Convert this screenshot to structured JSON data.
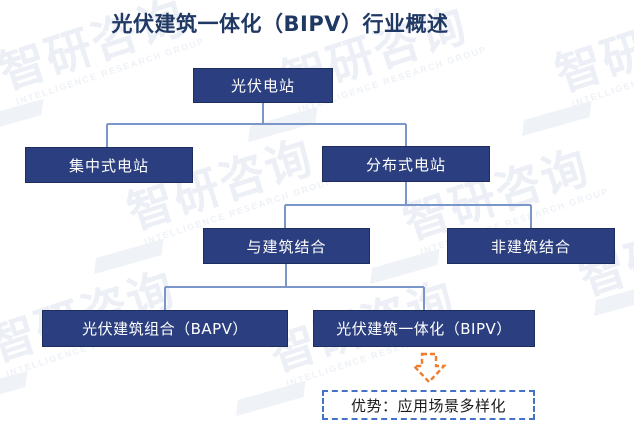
{
  "page": {
    "title": "光伏建筑一体化（BIPV）行业概述",
    "background_color": "#ffffff"
  },
  "theme": {
    "node_fill": "#2b3f80",
    "node_border": "#1d2d5e",
    "node_text": "#ffffff",
    "title_color": "#1f3864",
    "connector_color": "#7b96c8",
    "callout_border": "#4472c4",
    "callout_text": "#1a1a1a",
    "arrow_color": "#ed7d31",
    "watermark_color": "#eceff5"
  },
  "watermark": {
    "text_cn": "智研咨询",
    "text_en": "INTELLIGENCE RESEARCH GROUP"
  },
  "chart_data": {
    "type": "diagram",
    "diagram_type": "org-tree",
    "title": "光伏建筑一体化（BIPV）行业概述",
    "nodes": [
      {
        "id": "n1",
        "label": "光伏电站",
        "level": 1
      },
      {
        "id": "n2",
        "label": "集中式电站",
        "level": 2
      },
      {
        "id": "n3",
        "label": "分布式电站",
        "level": 2
      },
      {
        "id": "n4",
        "label": "与建筑结合",
        "level": 3
      },
      {
        "id": "n5",
        "label": "非建筑结合",
        "level": 3
      },
      {
        "id": "n6",
        "label": "光伏建筑组合（BAPV）",
        "level": 4
      },
      {
        "id": "n7",
        "label": "光伏建筑一体化（BIPV）",
        "level": 4
      },
      {
        "id": "n8",
        "label": "优势：应用场景多样化",
        "level": 5,
        "style": "dashed-callout"
      }
    ],
    "edges": [
      {
        "from": "n1",
        "to": "n2"
      },
      {
        "from": "n1",
        "to": "n3"
      },
      {
        "from": "n3",
        "to": "n4"
      },
      {
        "from": "n3",
        "to": "n5"
      },
      {
        "from": "n4",
        "to": "n6"
      },
      {
        "from": "n4",
        "to": "n7"
      },
      {
        "from": "n7",
        "to": "n8",
        "style": "dashed-arrow",
        "color": "#ed7d31"
      }
    ]
  },
  "nodes": {
    "root": "光伏电站",
    "centralized": "集中式电站",
    "distributed": "分布式电站",
    "with_building": "与建筑结合",
    "non_building": "非建筑结合",
    "bapv": "光伏建筑组合（BAPV）",
    "bipv": "光伏建筑一体化（BIPV）",
    "advantage": "优势：应用场景多样化"
  }
}
